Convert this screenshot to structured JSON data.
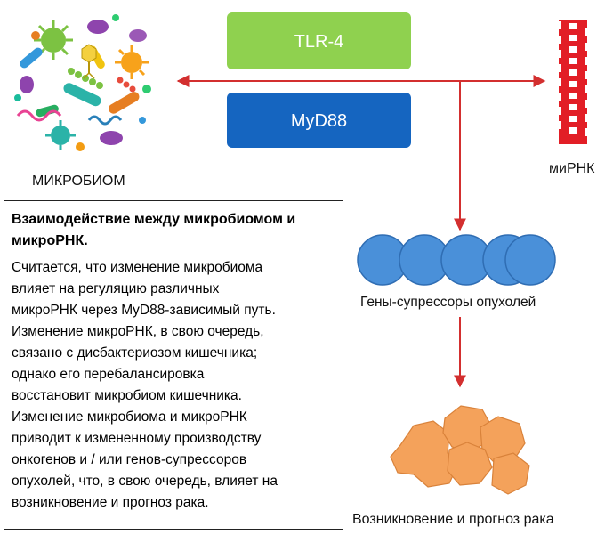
{
  "diagram": {
    "tlr4_label": "TLR-4",
    "myd88_label": "MyD88",
    "microbiome_label": "МИКРОБИОМ",
    "mirna_label": "миРНК",
    "suppressor_genes_label": "Гены-супрессоры опухолей",
    "cancer_label": "Возникновение и прогноз рака",
    "colors": {
      "tlr4": "#8fd14f",
      "myd88": "#1565c0",
      "arrow": "#d32f2f",
      "gene_circle": "#4a90d9",
      "cancer_cell": "#f4a25b",
      "mirna": "#e21e26"
    }
  },
  "info": {
    "title": "Взаимодействие между микробиомом и микроРНК.",
    "lines": [
      "Считается, что изменение микробиома",
      "влияет на регуляцию различных",
      "микроРНК через MyD88-зависимый путь.",
      "Изменение микроРНК, в свою очередь,",
      "связано с дисбактериозом кишечника;",
      "однако его перебалансировка",
      "восстановит микробиом кишечника.",
      "Изменение микробиома и микроРНК",
      "приводит к измененному производству",
      "онкогенов и / или генов-супрессоров",
      "опухолей, что, в свою очередь, влияет на",
      "возникновение и прогноз рака."
    ]
  }
}
